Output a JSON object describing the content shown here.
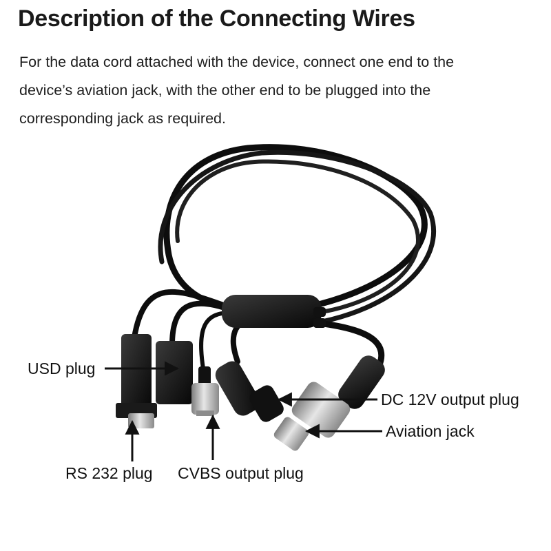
{
  "heading": "Description of the Connecting Wires",
  "description_lines": [
    "For the data cord attached with the device, connect one end to the",
    "device’s aviation jack, with the other end to be plugged into the",
    "corresponding jack as required."
  ],
  "labels": {
    "usd_plug": "USD plug",
    "rs232_plug": "RS 232 plug",
    "cvbs_plug": "CVBS output plug",
    "dc_plug": "DC 12V output plug",
    "aviation_jack": "Aviation jack"
  },
  "colors": {
    "cable": "#0d0d0d",
    "connector_metal": "#b9b9b9",
    "text": "#1a1a1a"
  }
}
